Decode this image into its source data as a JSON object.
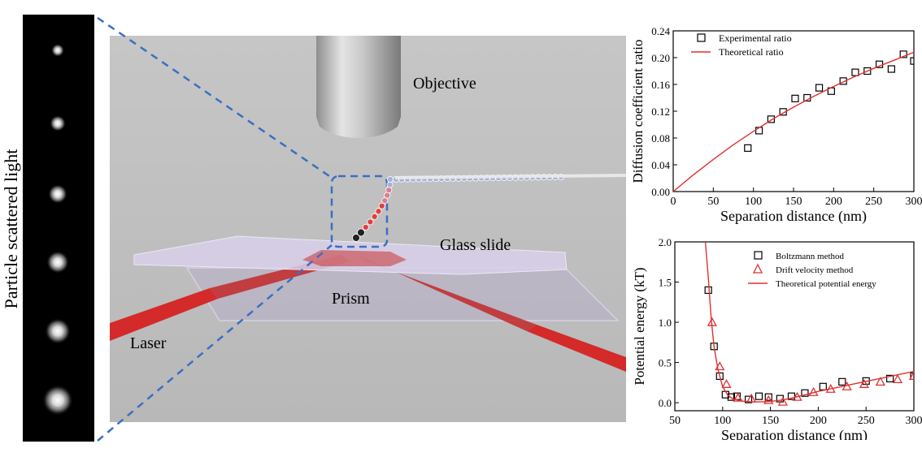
{
  "side_label": "Particle scattered light",
  "scene_labels": {
    "objective": "Objective",
    "glass_slide": "Glass slide",
    "prism": "Prism",
    "laser": "Laser"
  },
  "colors": {
    "laser": "#d42a2a",
    "glass": "#b8b0d0",
    "background_gray": "#bdbdbd",
    "fit_line": "#e03030"
  },
  "chart_data": [
    {
      "type": "scatter",
      "xlabel": "Separation distance (nm)",
      "ylabel": "Diffusion coefficient ratio",
      "xlim": [
        0,
        300
      ],
      "ylim": [
        0,
        0.24
      ],
      "xticks": [
        0,
        50,
        100,
        150,
        200,
        250,
        300
      ],
      "yticks": [
        0.0,
        0.04,
        0.08,
        0.12,
        0.16,
        0.2,
        0.24
      ],
      "legend_position": "top-left",
      "series": [
        {
          "name": "Experimental ratio",
          "marker": "square",
          "x": [
            93,
            107,
            122,
            137,
            152,
            167,
            182,
            197,
            212,
            227,
            242,
            257,
            272,
            287,
            300
          ],
          "y": [
            0.065,
            0.091,
            0.108,
            0.119,
            0.139,
            0.14,
            0.155,
            0.15,
            0.165,
            0.178,
            0.18,
            0.19,
            0.183,
            0.205,
            0.195
          ]
        },
        {
          "name": "Theoretical ratio",
          "line": true,
          "x": [
            0,
            25,
            50,
            75,
            100,
            125,
            150,
            175,
            200,
            225,
            250,
            275,
            300
          ],
          "y": [
            0.0,
            0.025,
            0.048,
            0.07,
            0.09,
            0.109,
            0.126,
            0.142,
            0.157,
            0.171,
            0.184,
            0.196,
            0.208
          ]
        }
      ]
    },
    {
      "type": "scatter",
      "xlabel": "Separation distance (nm)",
      "ylabel": "Potential energy (kT)",
      "xlim": [
        50,
        300
      ],
      "ylim": [
        -0.1,
        2.0
      ],
      "xticks": [
        50,
        100,
        150,
        200,
        250,
        300
      ],
      "yticks": [
        0.0,
        0.5,
        1.0,
        1.5,
        2.0
      ],
      "legend_position": "top-right",
      "series": [
        {
          "name": "Boltzmann method",
          "marker": "square",
          "x": [
            85,
            91,
            97,
            103,
            109,
            115,
            127,
            138,
            148,
            160,
            172,
            186,
            205,
            225,
            250,
            275,
            300
          ],
          "y": [
            1.4,
            0.7,
            0.33,
            0.1,
            0.07,
            0.08,
            0.04,
            0.08,
            0.07,
            0.05,
            0.08,
            0.12,
            0.2,
            0.26,
            0.27,
            0.3,
            0.33
          ]
        },
        {
          "name": "Drift velocity method",
          "marker": "triangle",
          "x": [
            89,
            97,
            104,
            116,
            130,
            148,
            163,
            178,
            195,
            213,
            230,
            248,
            265,
            283,
            300
          ],
          "y": [
            1.0,
            0.45,
            0.23,
            0.06,
            0.05,
            0.03,
            0.01,
            0.07,
            0.13,
            0.17,
            0.2,
            0.23,
            0.26,
            0.29,
            0.33
          ]
        },
        {
          "name": "Theoretical potential energy",
          "line": true,
          "x": [
            82,
            85,
            88,
            91,
            95,
            100,
            105,
            110,
            120,
            130,
            140,
            150,
            160,
            170,
            180,
            200,
            220,
            240,
            260,
            280,
            300
          ],
          "y": [
            2.0,
            1.55,
            1.05,
            0.7,
            0.42,
            0.2,
            0.1,
            0.05,
            0.02,
            0.01,
            0.01,
            0.015,
            0.03,
            0.05,
            0.08,
            0.14,
            0.19,
            0.24,
            0.29,
            0.34,
            0.39
          ]
        }
      ]
    }
  ]
}
